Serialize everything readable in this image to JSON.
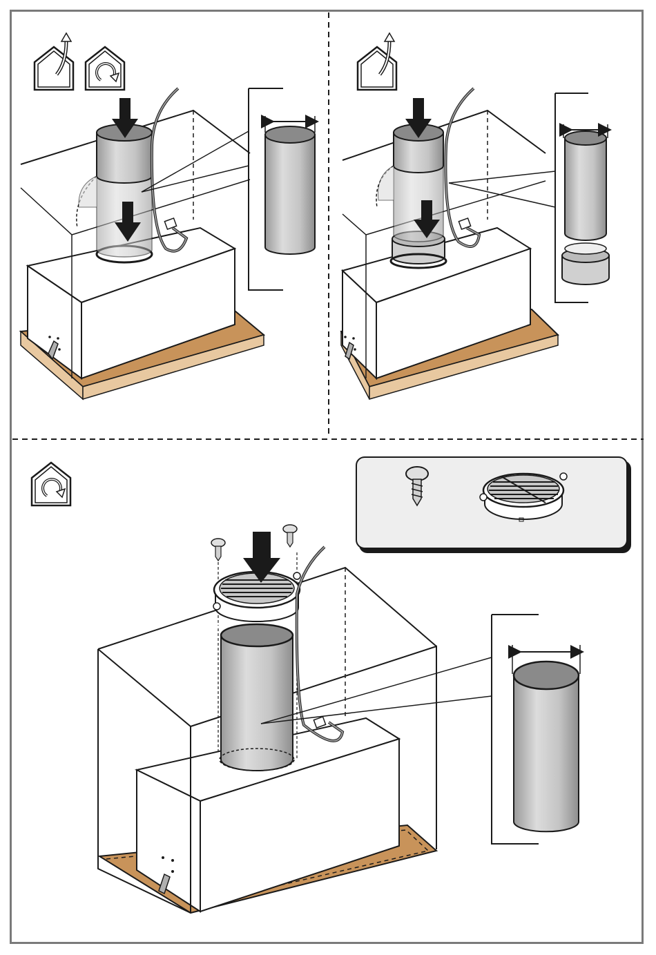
{
  "document": {
    "type": "installation-instruction-page",
    "panels": [
      {
        "id": "ducted-installation",
        "mode_icons": [
          "ducted-exhaust-icon",
          "recirculation-icon"
        ],
        "step": "insert-extension-duct"
      },
      {
        "id": "ducted-installation-with-adapter",
        "mode_icons": [
          "ducted-exhaust-icon"
        ],
        "step": "insert-extension-duct-with-reducer"
      },
      {
        "id": "recirculation-installation",
        "mode_icons": [
          "recirculation-icon"
        ],
        "step": "fit-deflector-grille-with-screws",
        "parts_box": [
          "screw",
          "deflector-grille"
        ]
      }
    ]
  },
  "colors": {
    "frame": "#7a7a7a",
    "line": "#1a1a1a",
    "duct": "#c8c8c8",
    "duct_top": "#8a8a8a",
    "cabinet_wood": "#c8935a",
    "parts_box_bg": "#eeeeee",
    "arrow": "#1a1a1a"
  }
}
